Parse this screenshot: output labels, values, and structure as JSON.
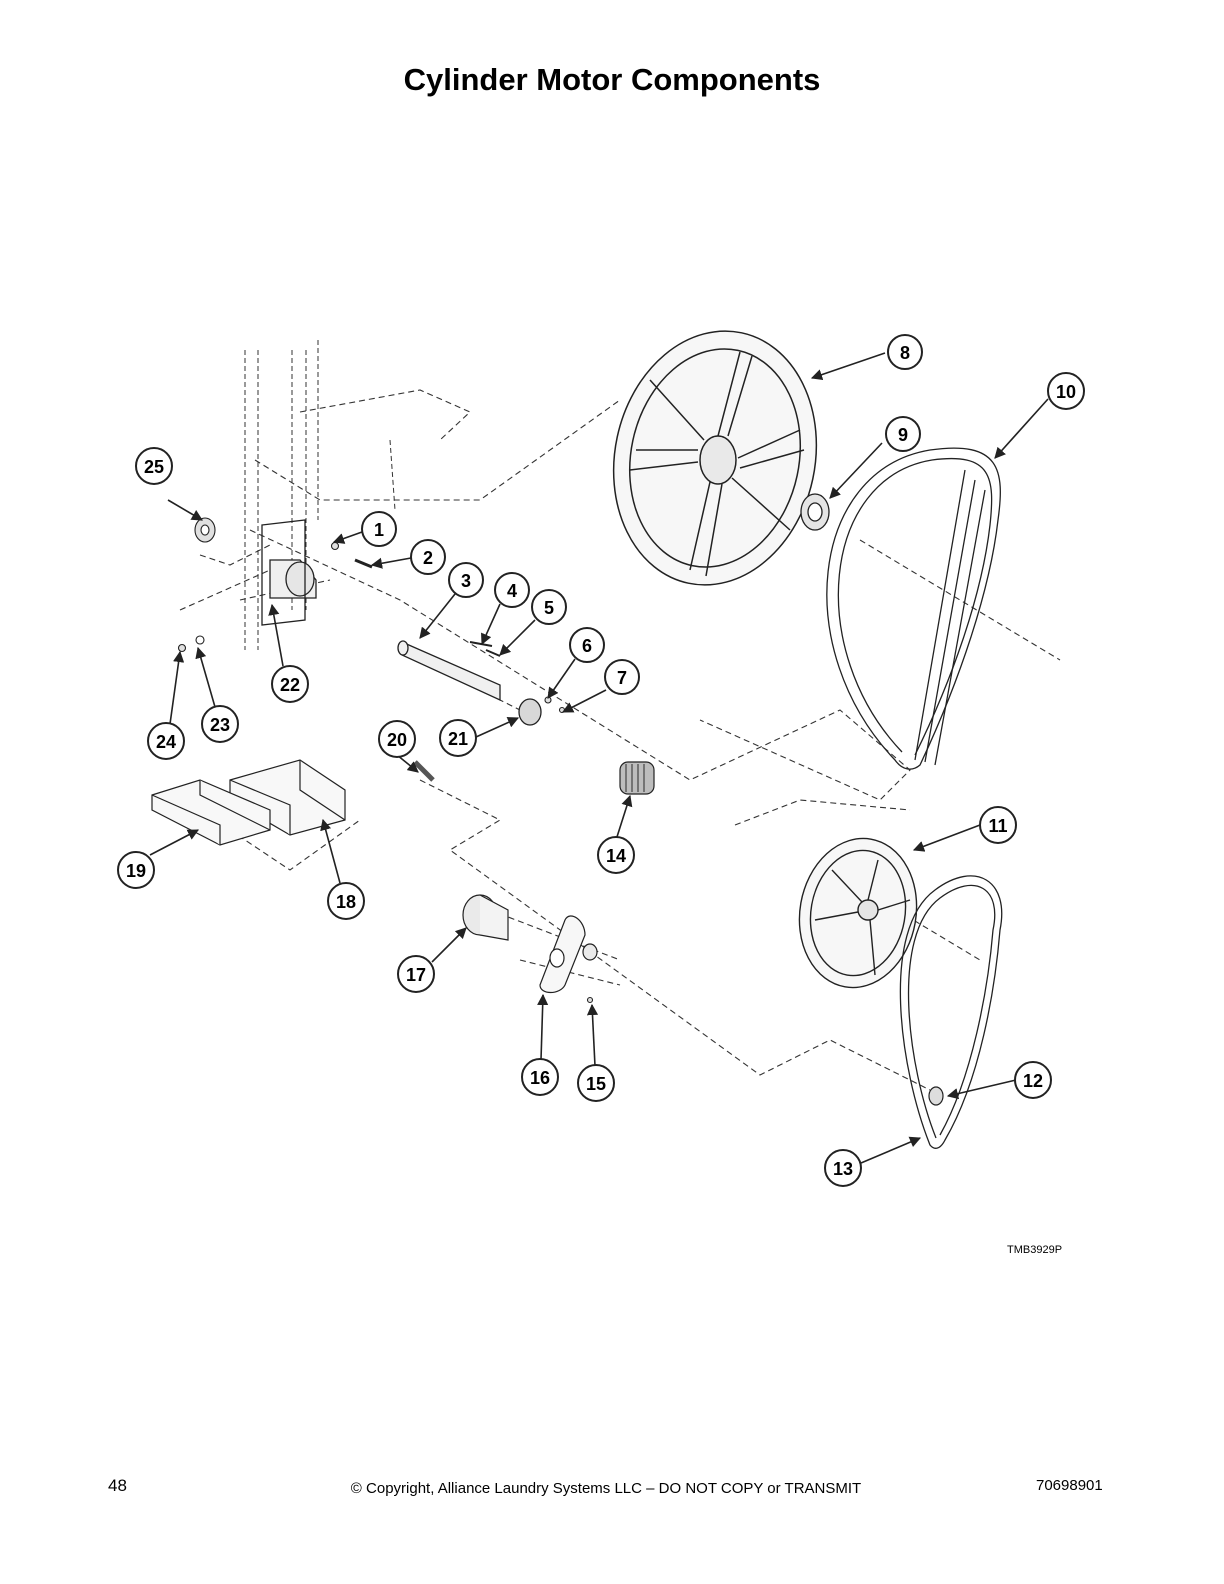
{
  "page": {
    "title": "Cylinder Motor Components",
    "figure_code": "TMB3929P",
    "page_number": "48",
    "copyright": "© Copyright, Alliance Laundry Systems LLC – DO NOT COPY or TRANSMIT",
    "doc_number": "70698901"
  },
  "callouts": [
    "1",
    "2",
    "3",
    "4",
    "5",
    "6",
    "7",
    "8",
    "9",
    "10",
    "11",
    "12",
    "13",
    "14",
    "15",
    "16",
    "17",
    "18",
    "19",
    "20",
    "21",
    "22",
    "23",
    "24",
    "25"
  ],
  "colors": {
    "line": "#222222",
    "part_fill": "#ececec",
    "callout_fill": "#ffffff"
  }
}
